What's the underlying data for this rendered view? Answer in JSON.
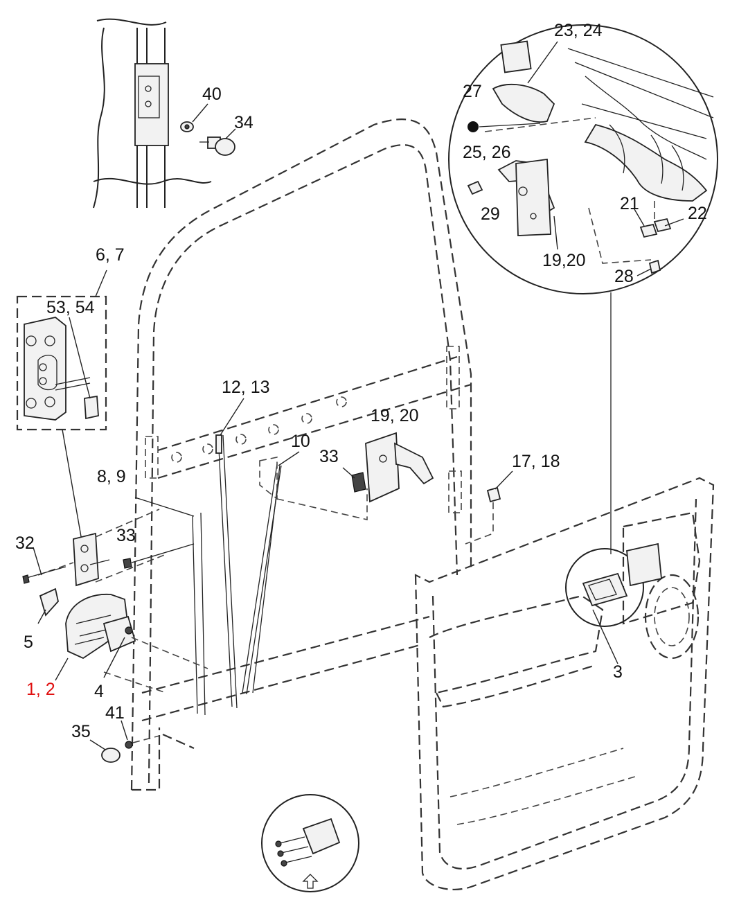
{
  "callouts": {
    "c40": "40",
    "c34": "34",
    "c23_24": "23, 24",
    "c27": "27",
    "c25_26": "25, 26",
    "c29": "29",
    "c19_20_inset": "19,20",
    "c21": "21",
    "c22": "22",
    "c28": "28",
    "c6_7": "6, 7",
    "c53_54": "53, 54",
    "c12_13": "12, 13",
    "c19_20": "19, 20",
    "c10": "10",
    "c33_top": "33",
    "c17_18": "17, 18",
    "c8_9": "8, 9",
    "c32": "32",
    "c33_left": "33",
    "c5": "5",
    "c1_2": "1, 2",
    "c4": "4",
    "c3": "3",
    "c41": "41",
    "c35": "35"
  },
  "colors": {
    "line": "#222222",
    "highlight": "#e01010",
    "background": "#ffffff"
  }
}
